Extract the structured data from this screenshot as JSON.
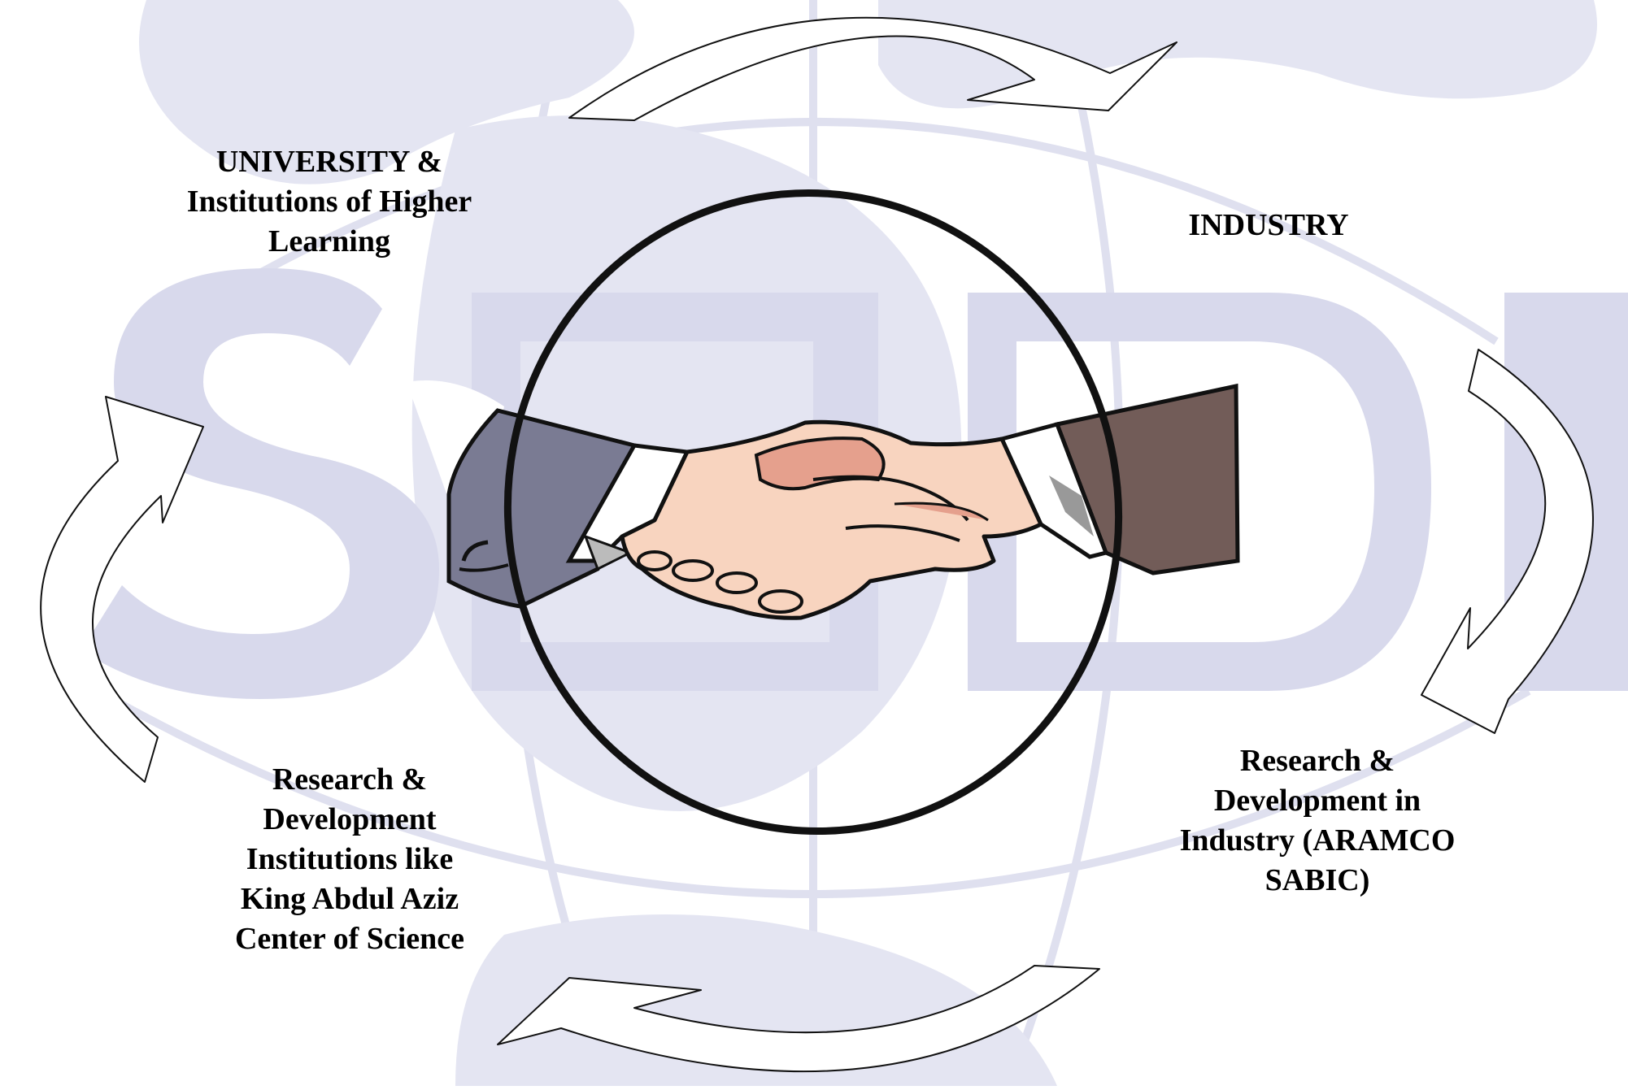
{
  "diagram": {
    "nodes": {
      "university": {
        "lines": [
          "UNIVERSITY &",
          "Institutions of Higher",
          "Learning"
        ]
      },
      "industry": {
        "lines": [
          "INDUSTRY"
        ]
      },
      "rd_institutions": {
        "lines": [
          "Research &",
          "Development",
          "Institutions like",
          "King Abdul Aziz",
          "Center of Science"
        ]
      },
      "rd_industry": {
        "lines": [
          "Research &",
          "Development in",
          "Industry (ARAMCO",
          "SABIC)"
        ]
      }
    },
    "cycle_arrows": [
      {
        "from": "university",
        "to": "industry"
      },
      {
        "from": "industry",
        "to": "rd_industry"
      },
      {
        "from": "rd_industry",
        "to": "rd_institutions"
      },
      {
        "from": "rd_institutions",
        "to": "university"
      }
    ],
    "center_icon": "handshake-icon",
    "colors": {
      "watermark": "#d8d9ec",
      "left_sleeve": "#7a7b93",
      "right_sleeve": "#725c58",
      "skin": "#f8d4bf",
      "skin_shadow": "#e5a08d",
      "ring": "#111111",
      "arrow_fill": "#ffffff",
      "arrow_stroke": "#111111"
    }
  }
}
